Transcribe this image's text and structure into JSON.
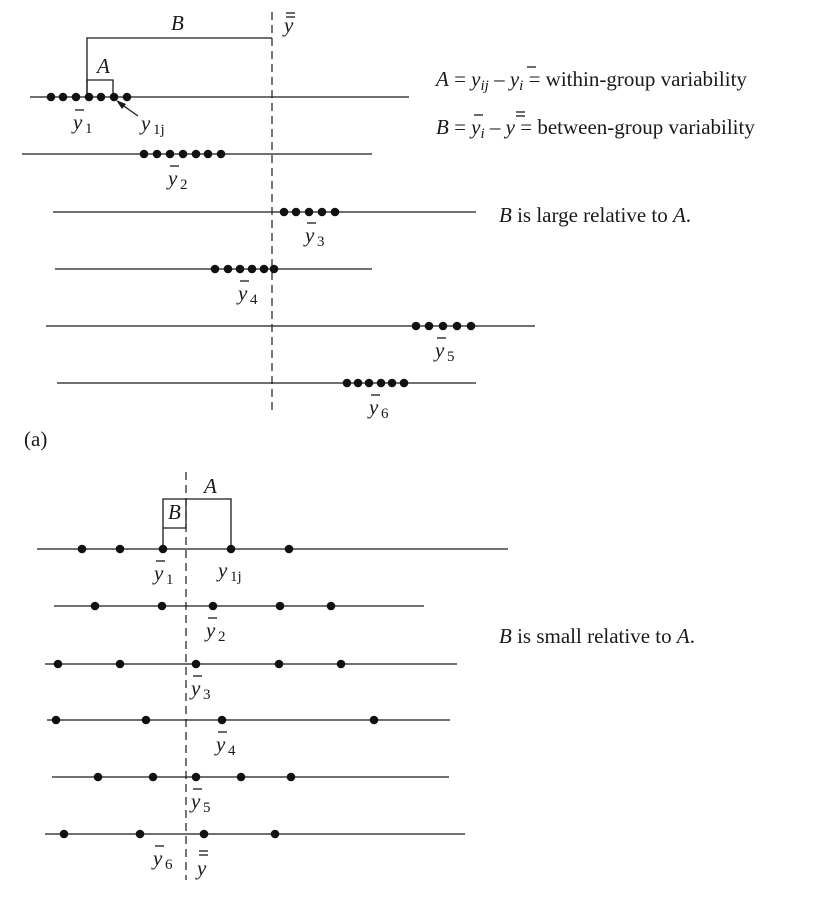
{
  "panel_a": {
    "label": "(a)",
    "bracket_B": "B",
    "bracket_A": "A",
    "grand_mean_symbol": "y",
    "y1j_symbol": "y",
    "y1j_sub": "1j",
    "group_mean_symbol": "y",
    "group_subs": [
      "1",
      "2",
      "3",
      "4",
      "5",
      "6"
    ],
    "def_A": {
      "lhs": "A",
      "eq": " = ",
      "y": "y",
      "ij": "ij",
      "minus": " – ",
      "yi": "y",
      "i": "i",
      "rhs": " = within-group variability"
    },
    "def_B": {
      "lhs": "B",
      "eq": " = ",
      "yi": "y",
      "i": "i",
      "minus": " – ",
      "yy": "y",
      "rhs": " = between-group variability"
    },
    "note": {
      "B": "B",
      "mid": " is large relative to ",
      "A": "A",
      "end": "."
    }
  },
  "panel_b": {
    "bracket_B": "B",
    "bracket_A": "A",
    "y1j_symbol": "y",
    "y1j_sub": "1j",
    "group_mean_symbol": "y",
    "group_subs": [
      "1",
      "2",
      "3",
      "4",
      "5",
      "6"
    ],
    "grand_mean_symbol": "y",
    "note": {
      "B": "B",
      "mid": " is small relative to ",
      "A": "A",
      "end": "."
    }
  }
}
